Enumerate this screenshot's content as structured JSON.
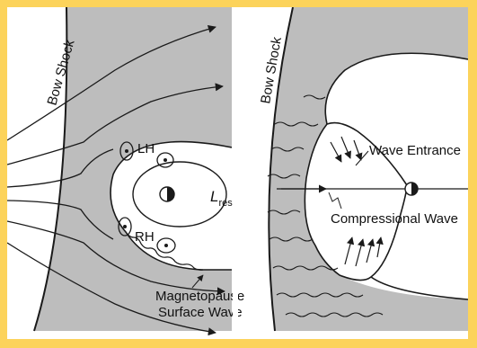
{
  "background_color": "#fcd35b",
  "panel_fill": "#bdbdbd",
  "line_color": "#1a1a1a",
  "left_panel": {
    "bow_shock": "Bow Shock",
    "lh": "LH",
    "rh": "RH",
    "l_res_main": "L",
    "l_res_sub": "res",
    "magnetopause_line1": "Magnetopause",
    "magnetopause_line2": "Surface Wave"
  },
  "right_panel": {
    "bow_shock": "Bow Shock",
    "wave_entrance": "Wave Entrance",
    "compressional_wave": "Compressional Wave"
  }
}
